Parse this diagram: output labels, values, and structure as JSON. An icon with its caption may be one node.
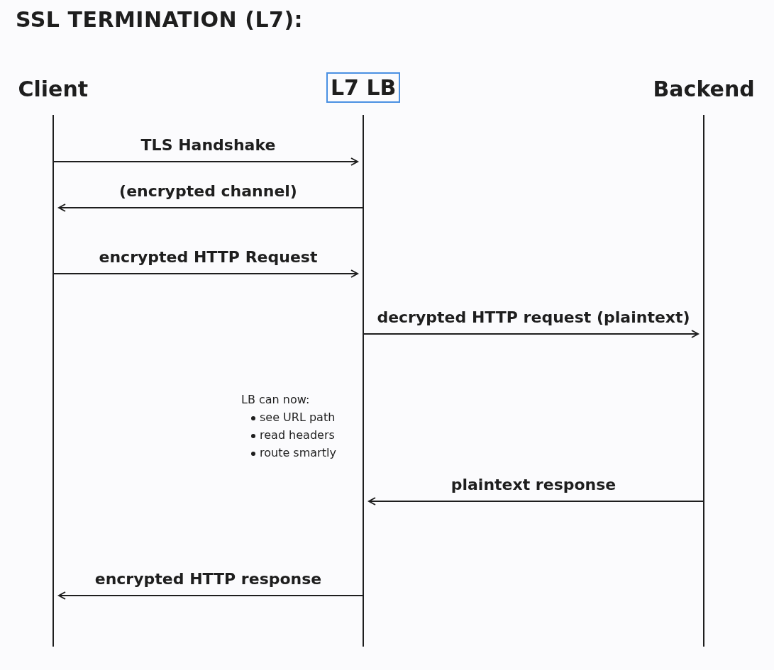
{
  "diagram": {
    "title": "SSL TERMINATION (L7):",
    "nodes": [
      {
        "text": [
          "Client"
        ]
      },
      {
        "text": [
          "L7 LB"
        ]
      },
      {
        "text": [
          "Backend"
        ]
      }
    ],
    "edges": [
      {
        "from": 0,
        "to": 1,
        "arrow": "to",
        "label": "TLS Handshake"
      },
      {
        "from": 1,
        "to": 0,
        "arrow": "to",
        "label": "(encrypted channel)"
      },
      {
        "from": 0,
        "to": 1,
        "arrow": "to",
        "label": "encrypted HTTP Request"
      },
      {
        "from": 1,
        "to": 2,
        "arrow": "to",
        "label": "decrypted HTTP request (plaintext)"
      },
      {
        "from": 2,
        "to": 1,
        "arrow": "to",
        "label": "plaintext response"
      },
      {
        "from": 1,
        "to": 0,
        "arrow": "to",
        "label": "encrypted HTTP response"
      }
    ],
    "labels": [
      "LB can now:",
      "see URL path",
      "read headers",
      "route smartly"
    ]
  }
}
